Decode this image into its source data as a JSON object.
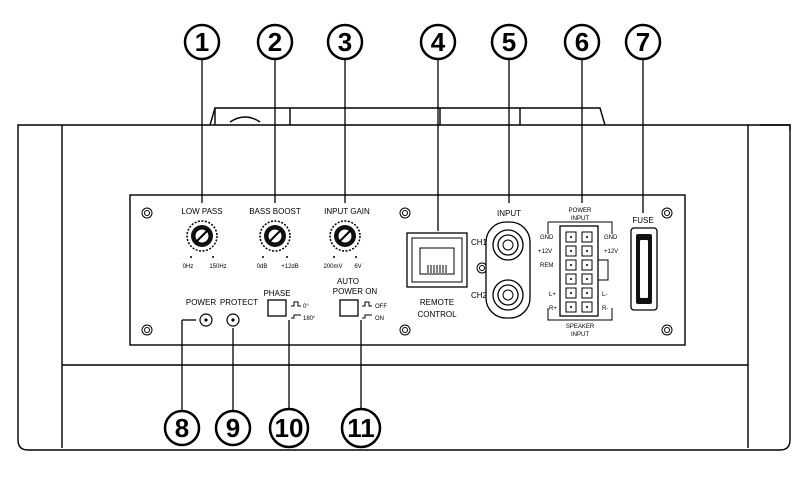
{
  "callouts": [
    "1",
    "2",
    "3",
    "4",
    "5",
    "6",
    "7",
    "8",
    "9",
    "10",
    "11"
  ],
  "knobs": {
    "low_pass": {
      "label": "LOW PASS",
      "min": "0Hz",
      "max": "150Hz"
    },
    "bass_boost": {
      "label": "BASS BOOST",
      "min": "0dB",
      "max": "+12dB"
    },
    "input_gain": {
      "label": "INPUT GAIN",
      "min": "200mV",
      "max": "6V"
    }
  },
  "leds": {
    "power": "POWER",
    "protect": "PROTECT"
  },
  "phase": {
    "label": "PHASE",
    "pos_a": "0°",
    "pos_b": "180°"
  },
  "auto_power": {
    "label_line1": "AUTO",
    "label_line2": "POWER ON",
    "pos_a": "OFF",
    "pos_b": "ON"
  },
  "remote": {
    "line1": "REMOTE",
    "line2": "CONTROL"
  },
  "input": {
    "label": "INPUT",
    "ch1": "CH1",
    "ch2": "CH2"
  },
  "power_input": {
    "title_line1": "POWER",
    "title_line2": "INPUT",
    "left_pins": [
      "GND",
      "+12V",
      "REM"
    ],
    "right_pins": [
      "GND",
      "+12V"
    ],
    "speaker_left": [
      "L+",
      "R+"
    ],
    "speaker_right": [
      "L-",
      "R-"
    ],
    "speaker_title_line1": "SPEAKER",
    "speaker_title_line2": "INPUT"
  },
  "fuse": {
    "label": "FUSE"
  }
}
